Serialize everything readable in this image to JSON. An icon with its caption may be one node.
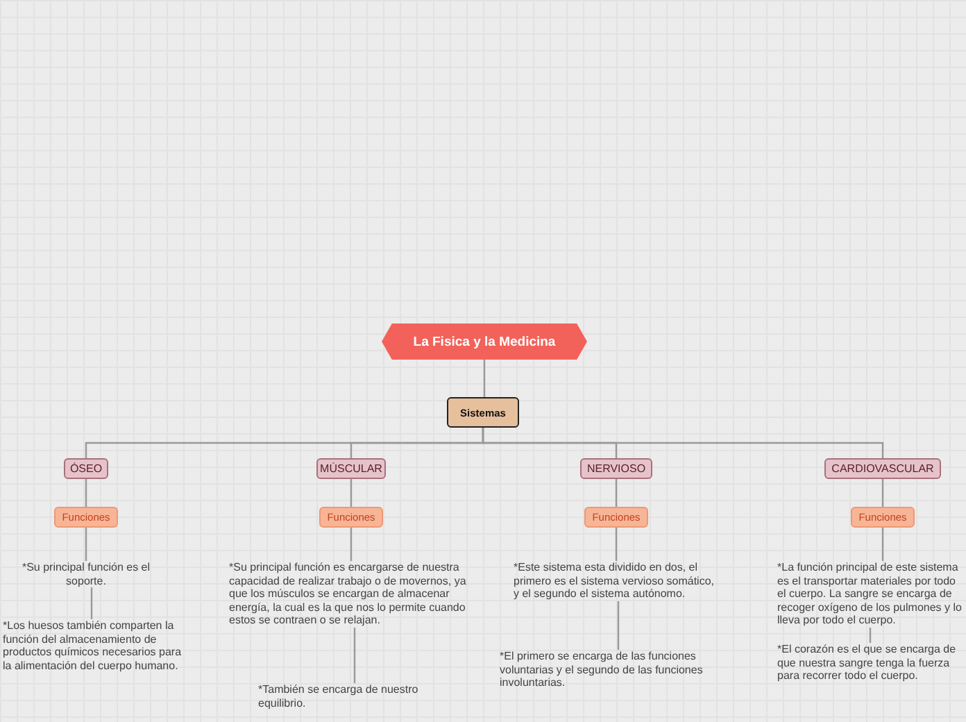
{
  "diagram": {
    "nodes": [
      {
        "text": [
          "La Fisica y la Medicina"
        ]
      },
      {
        "text": [
          "Sistemas"
        ]
      },
      {
        "text": [
          "ÓSEO"
        ]
      },
      {
        "text": [
          "Funciones"
        ]
      },
      {
        "text": [
          "*Su principal función es el soporte."
        ]
      },
      {
        "text": [
          "*Los huesos también comparten la función del almacenamiento de productos químicos necesarios para la alimentación del cuerpo humano."
        ]
      },
      {
        "text": [
          "MÚSCULAR"
        ]
      },
      {
        "text": [
          "Funciones"
        ]
      },
      {
        "text": [
          "*Su principal función es encargarse de nuestra capacidad de realizar trabajo o de movernos, ya que los músculos se encargan de almacenar energía, la cual es la que nos lo permite cuando estos se contraen o se relajan."
        ]
      },
      {
        "text": [
          "*También se encarga de nuestro equilibrio."
        ]
      },
      {
        "text": [
          "NERVIOSO"
        ]
      },
      {
        "text": [
          "Funciones"
        ]
      },
      {
        "text": [
          "*Este sistema esta dividido en dos, el primero es el sistema vervioso somático, y el segundo el sistema autónomo."
        ]
      },
      {
        "text": [
          "*El primero se encarga de las funciones voluntarias y el segundo de las funciones involuntarias."
        ]
      },
      {
        "text": [
          "CARDIOVASCULAR"
        ]
      },
      {
        "text": [
          "Funciones"
        ]
      },
      {
        "text": [
          "*La función principal de este sistema es el transportar materiales por todo el cuerpo. La sangre se encarga de recoger oxígeno de los pulmones y lo lleva por todo el cuerpo."
        ]
      },
      {
        "text": [
          "*El corazón es el que se encarga de que nuestra sangre tenga la fuerza para recorrer todo el cuerpo."
        ]
      }
    ],
    "edges": [
      {
        "from": 0,
        "to": 1,
        "arrow": "none"
      },
      {
        "from": 1,
        "to": 2,
        "arrow": "none"
      },
      {
        "from": 1,
        "to": 6,
        "arrow": "none"
      },
      {
        "from": 1,
        "to": 10,
        "arrow": "none"
      },
      {
        "from": 1,
        "to": 14,
        "arrow": "none"
      },
      {
        "from": 2,
        "to": 3,
        "arrow": "none"
      },
      {
        "from": 3,
        "to": 4,
        "arrow": "none"
      },
      {
        "from": 4,
        "to": 5,
        "arrow": "none"
      },
      {
        "from": 6,
        "to": 7,
        "arrow": "none"
      },
      {
        "from": 7,
        "to": 8,
        "arrow": "none"
      },
      {
        "from": 8,
        "to": 9,
        "arrow": "none"
      },
      {
        "from": 10,
        "to": 11,
        "arrow": "none"
      },
      {
        "from": 11,
        "to": 12,
        "arrow": "none"
      },
      {
        "from": 12,
        "to": 13,
        "arrow": "none"
      },
      {
        "from": 14,
        "to": 15,
        "arrow": "none"
      },
      {
        "from": 15,
        "to": 16,
        "arrow": "none"
      },
      {
        "from": 16,
        "to": 17,
        "arrow": "none"
      }
    ]
  }
}
